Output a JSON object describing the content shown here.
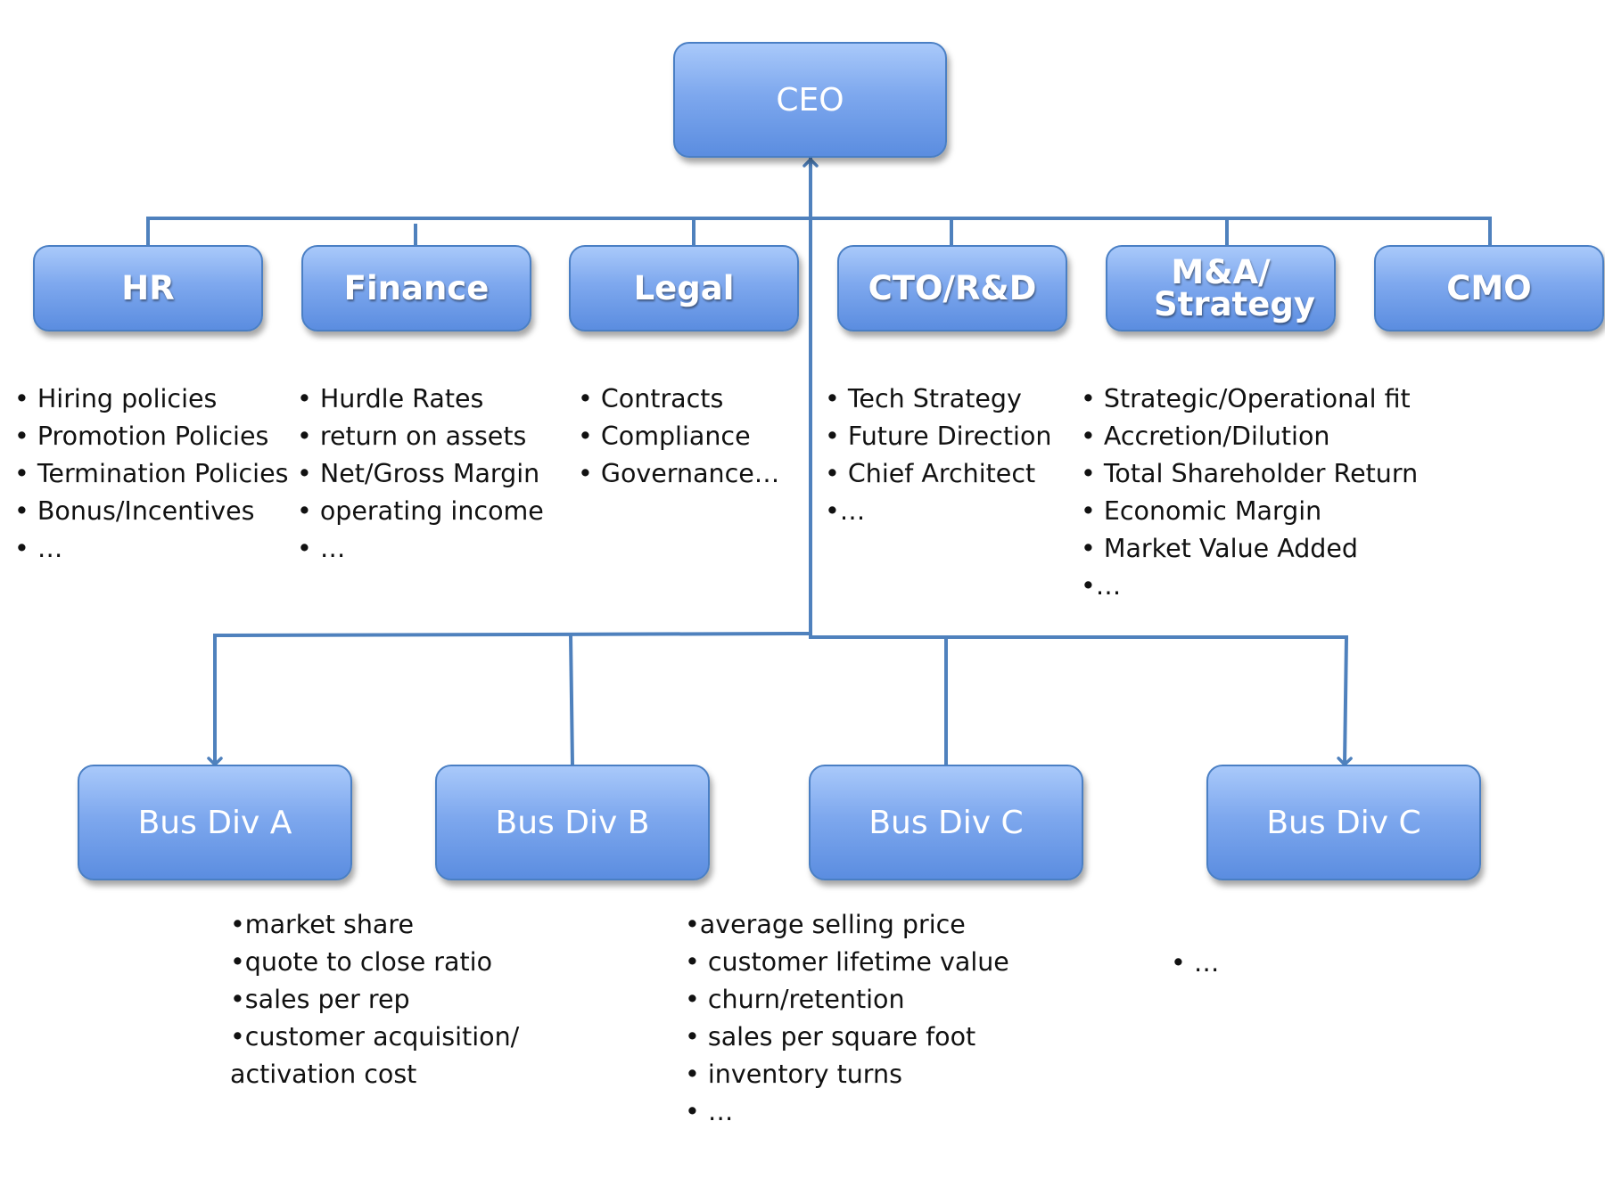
{
  "ceo": {
    "label": "CEO"
  },
  "departments": [
    {
      "label": "HR",
      "items": [
        "• Hiring policies",
        "• Promotion Policies",
        "• Termination Policies",
        "• Bonus/Incentives",
        "• …"
      ]
    },
    {
      "label": "Finance",
      "items": [
        "• Hurdle Rates",
        "• return on assets",
        "• Net/Gross Margin",
        "• operating income",
        "• …"
      ]
    },
    {
      "label": "Legal",
      "items": [
        "• Contracts",
        "• Compliance",
        "• Governance…"
      ]
    },
    {
      "label": "CTO/R&D",
      "items": [
        "• Tech Strategy",
        "• Future Direction",
        "• Chief Architect",
        "•…"
      ]
    },
    {
      "label": "M&A/ Strategy",
      "items": [
        "• Strategic/Operational fit",
        "• Accretion/Dilution",
        "• Total Shareholder Return",
        "• Economic Margin",
        "• Market Value Added",
        "•…"
      ]
    },
    {
      "label": "CMO",
      "items": []
    }
  ],
  "divisions": [
    {
      "label": "Bus Div A"
    },
    {
      "label": "Bus Div B"
    },
    {
      "label": "Bus Div C"
    },
    {
      "label": "Bus Div C"
    }
  ],
  "division_metrics": [
    [
      "•market share",
      "•quote to close ratio",
      "•sales per rep",
      "•customer acquisition/",
      "activation cost"
    ],
    [
      "•average selling price",
      "• customer lifetime value",
      "• churn/retention",
      "• sales per square foot",
      "• inventory turns",
      "• …"
    ],
    [
      "• …"
    ]
  ],
  "colors": {
    "connector": "#4f81bd",
    "box_top": "#a9c9fa",
    "box_bottom": "#5b8de0",
    "box_border": "#4a7fc4"
  }
}
